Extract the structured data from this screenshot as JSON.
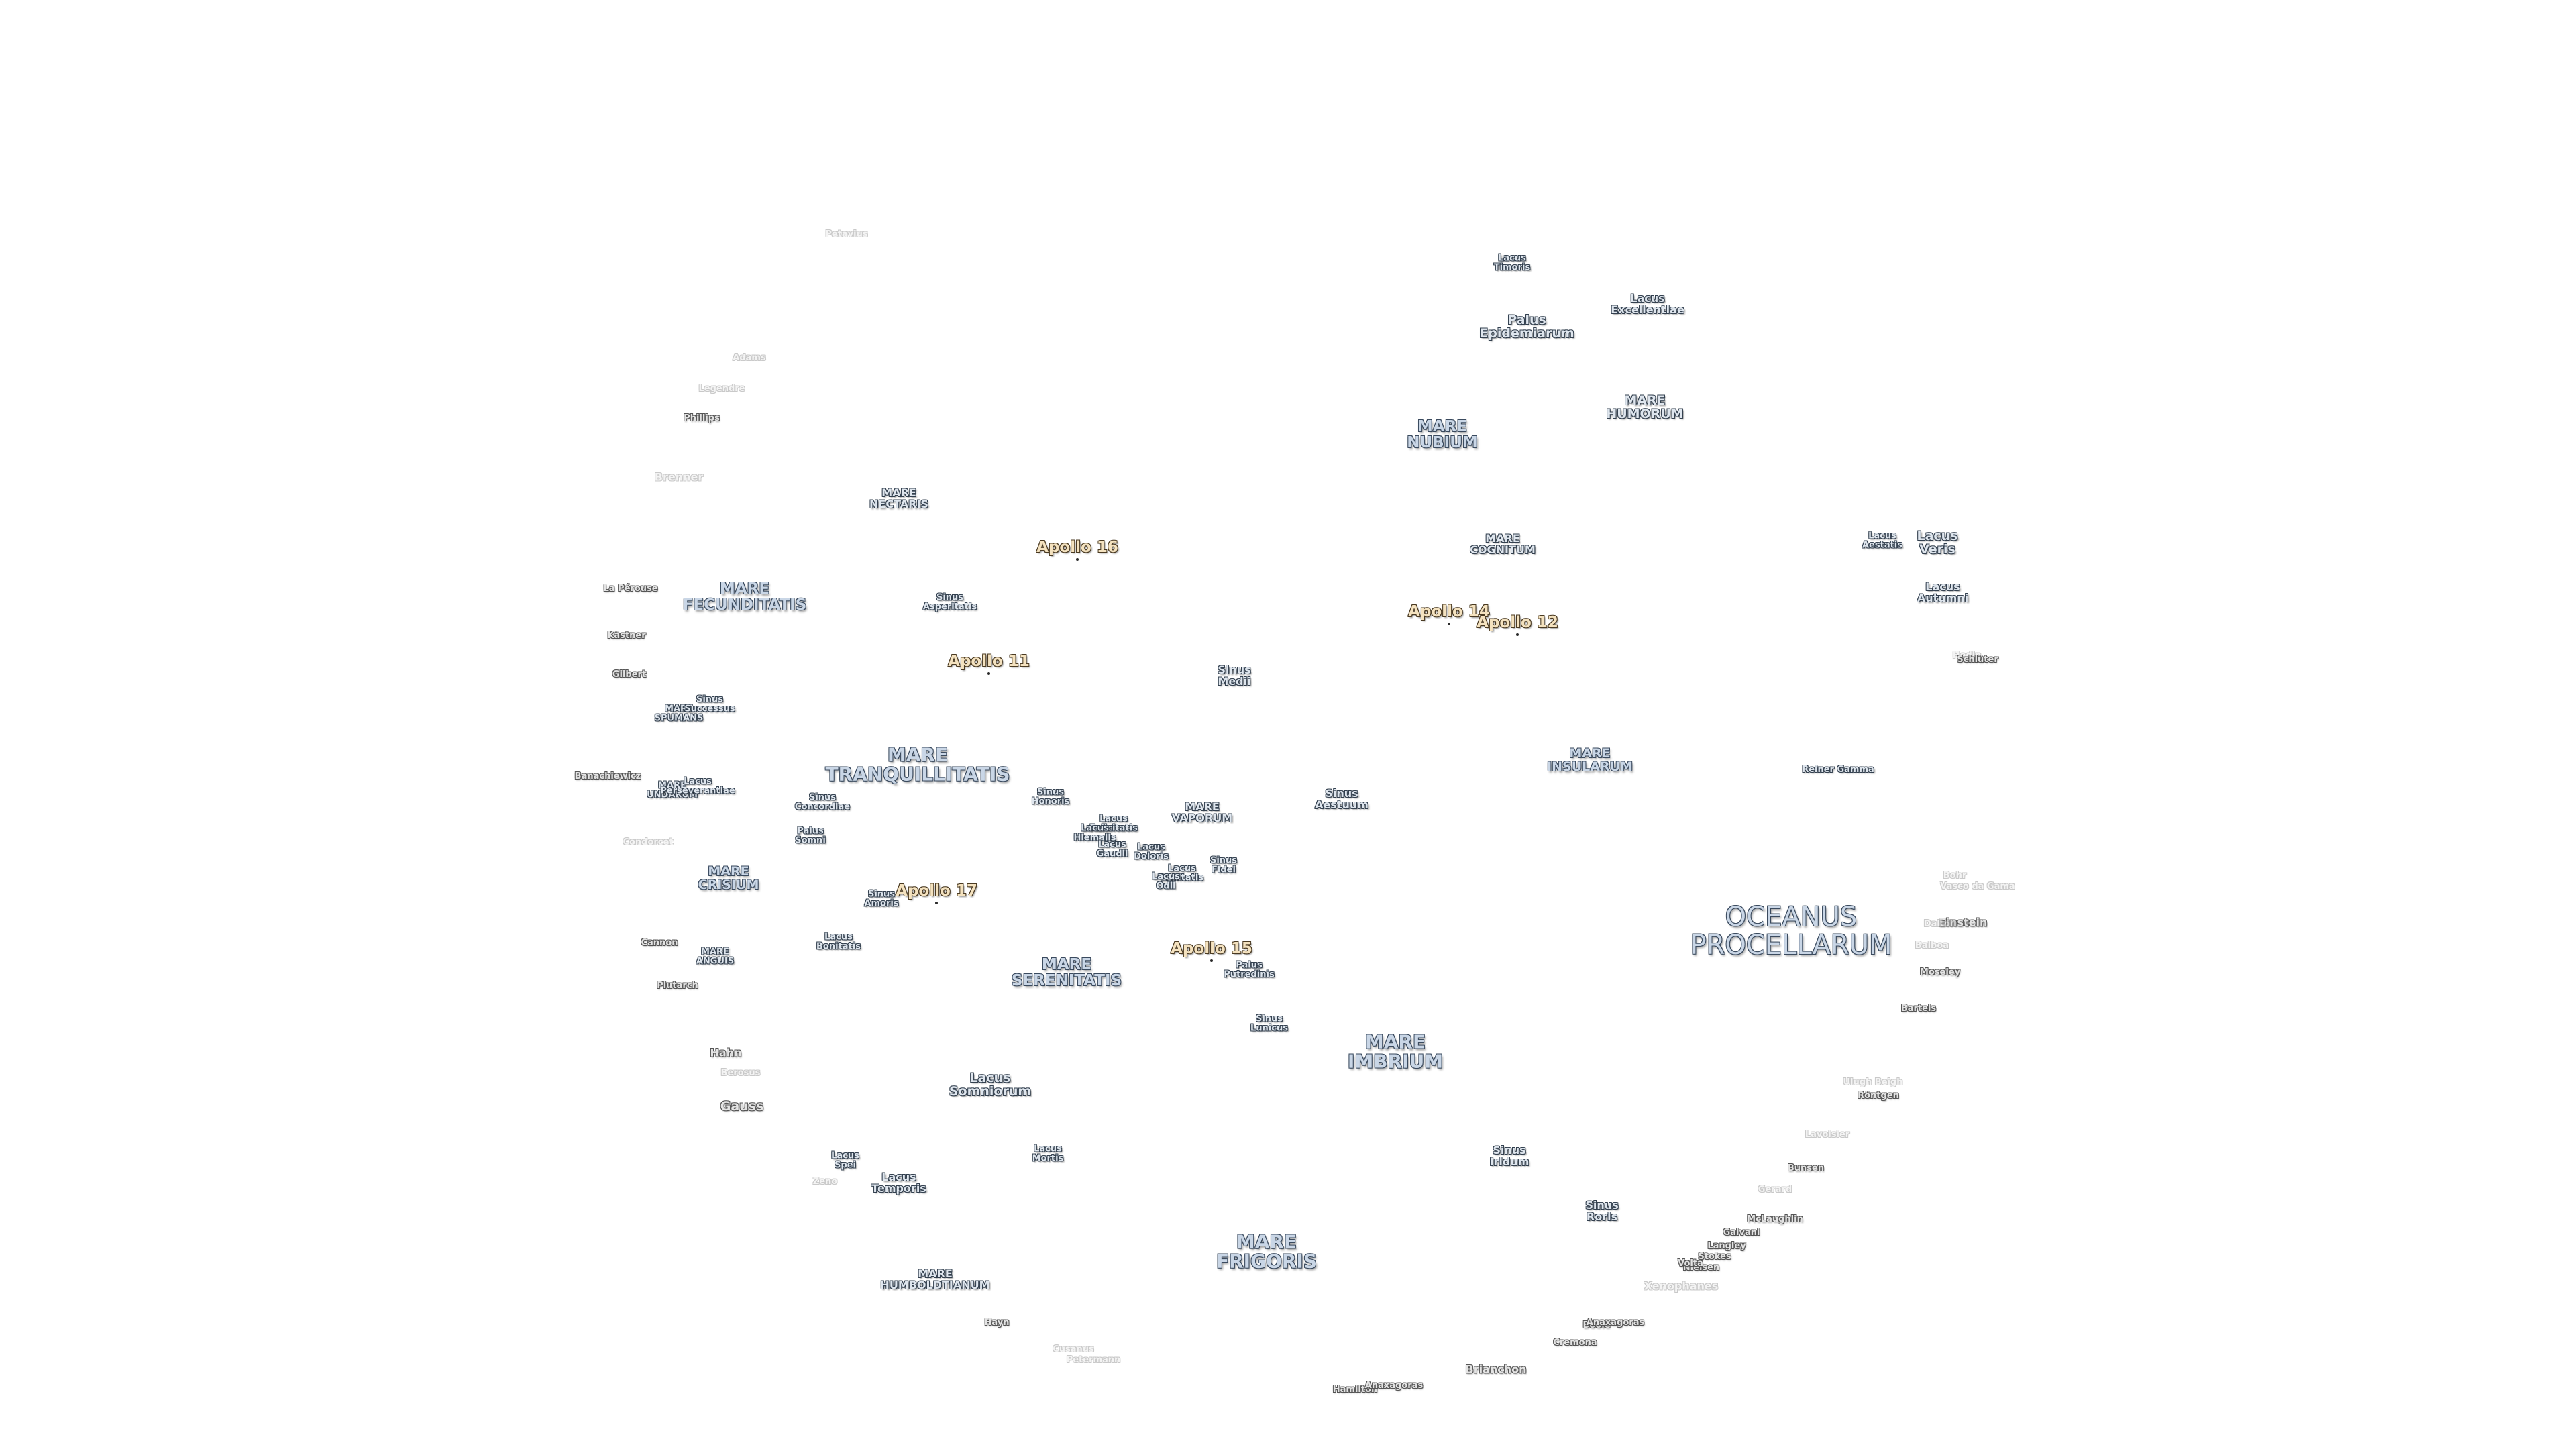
{
  "labels": {
    "l001": "Petavius",
    "l002": "Adams",
    "l003": "Legendre",
    "l004": "Phillips",
    "l005": "Brenner",
    "l006": "La Pérouse",
    "l007": "Kästner",
    "l008": "Gilbert",
    "l009": "Banachiewicz",
    "l010": "Condorcet",
    "l011": "Cannon",
    "l012": "Plutarch",
    "l013": "Hahn",
    "l014": "Berosus",
    "l015": "Gauss",
    "l016": "Zeno",
    "l017": "Hayn",
    "l018": "Cusanus",
    "l019": "Petermann",
    "l020": "Hamilton",
    "l021": "Anaxagoras",
    "l022": "Brianchon",
    "l023": "Cremona",
    "l024": "Boole",
    "l025": "Anaxagoras",
    "l026": "Xenophanes",
    "l027": "Nielsen",
    "l028": "Langley",
    "l029": "Stokes",
    "l030": "Volta",
    "l031": "Galvani",
    "l032": "McLaughlin",
    "l033": "Gerard",
    "l034": "Bunsen",
    "l035": "Lavoisier",
    "l036": "Ulugh Beigh",
    "l037": "Röntgen",
    "l038": "Bartels",
    "l039": "Moseley",
    "l040": "Balboa",
    "l041": "Einstein",
    "l042": "Dalton",
    "l043": "Bohr",
    "l044": "Vasco da Gama",
    "l045": "Hedin",
    "l046": "Schlüter",
    "l047": "Reiner Gamma",
    "l048": "MARE\nFECUNDITATIS",
    "l049": "MARE\nNECTARIS",
    "l050": "MARE\nTRANQUILLITATIS",
    "l051": "MARE\nSPUMANS",
    "l052": "MARE\nUNDARUM",
    "l053": "MARE\nCRISIUM",
    "l054": "MARE\nANGUIS",
    "l055": "MARE\nSERENITATIS",
    "l056": "MARE\nVAPORUM",
    "l057": "MARE\nIMBRIUM",
    "l058": "MARE\nFRIGORIS",
    "l059": "MARE\nHUMBOLDTIANUM",
    "l060": "MARE\nNUBIUM",
    "l061": "MARE\nHUMORUM",
    "l062": "MARE\nCOGNITUM",
    "l063": "MARE\nINSULARUM",
    "l064": "OCEANUS\nPROCELLARUM",
    "l065": "Sinus\nAsperitatis",
    "l066": "Sinus\nSuccessus",
    "l067": "Sinus\nConcordiae",
    "l068": "Palus\nSomni",
    "l069": "Sinus\nAmoris",
    "l070": "Lacus\nBonitatis",
    "l071": "Lacus\nPerseverantiae",
    "l072": "Lacus\nSomniorum",
    "l073": "Lacus\nSpei",
    "l074": "Lacus\nTemporis",
    "l075": "Lacus\nMortis",
    "l076": "Sinus\nHonoris",
    "l077": "Lacus\nFelicitatis",
    "l078": "Lacus\nHiemalis",
    "l079": "Lacus\nGaudii",
    "l080": "Lacus\nDoloris",
    "l081": "Lacus\nLenitatis",
    "l082": "Lacus\nOdii",
    "l083": "Sinus\nFidei",
    "l084": "Sinus\nMedii",
    "l085": "Sinus\nAestuum",
    "l086": "Palus\nPutredinis",
    "l087": "Sinus\nLunicus",
    "l088": "Sinus\nIridum",
    "l089": "Sinus\nRoris",
    "l090": "Lacus\nTimoris",
    "l091": "Palus\nEpidemiarum",
    "l092": "Lacus\nExcellentiae",
    "l093": "Lacus\nAestatis",
    "l094": "Lacus\nVeris",
    "l095": "Lacus\nAutumni",
    "l096": "Apollo 16",
    "l097": "Apollo 11",
    "l098": "Apollo 17",
    "l099": "Apollo 15",
    "l100": "Apollo 14",
    "l101": "Apollo 12"
  }
}
